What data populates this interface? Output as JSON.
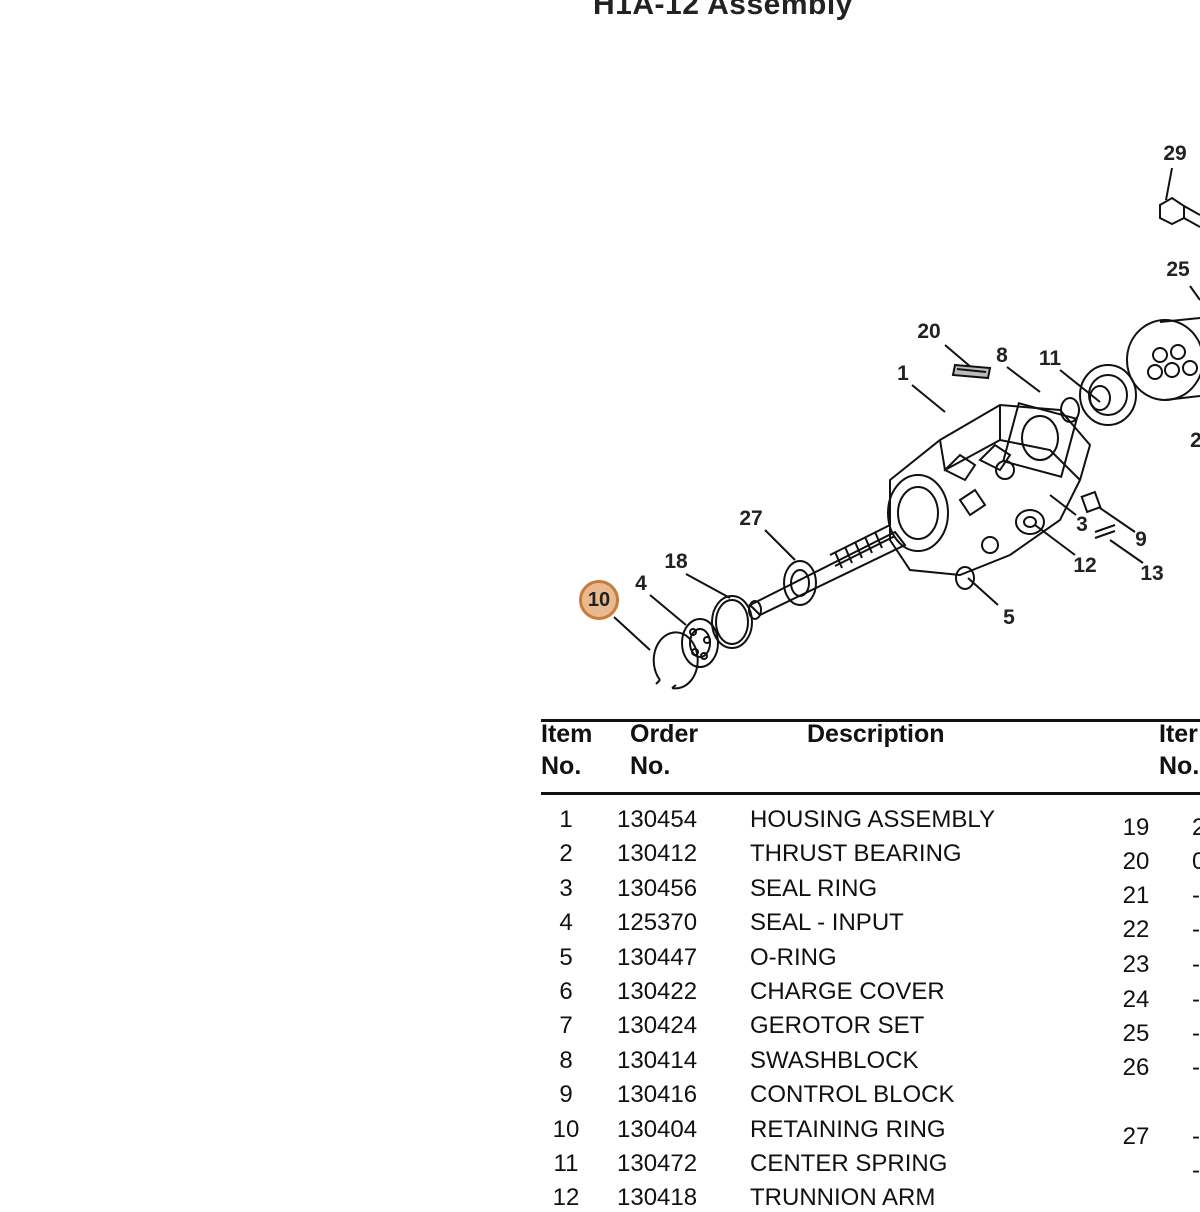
{
  "title": "H1A-12 Assembly",
  "callouts": [
    {
      "id": "29",
      "label": "29"
    },
    {
      "id": "25",
      "label": "25"
    },
    {
      "id": "20",
      "label": "20"
    },
    {
      "id": "8",
      "label": "8"
    },
    {
      "id": "11",
      "label": "11"
    },
    {
      "id": "1",
      "label": "1"
    },
    {
      "id": "2",
      "label": "2"
    },
    {
      "id": "27",
      "label": "27"
    },
    {
      "id": "3",
      "label": "3"
    },
    {
      "id": "9",
      "label": "9"
    },
    {
      "id": "18",
      "label": "18"
    },
    {
      "id": "12",
      "label": "12"
    },
    {
      "id": "13",
      "label": "13"
    },
    {
      "id": "4",
      "label": "4"
    },
    {
      "id": "10",
      "label": "10"
    },
    {
      "id": "5",
      "label": "5"
    }
  ],
  "highlight_color": "#e9b98f",
  "table": {
    "headers": {
      "item_no": "Item\nNo.",
      "order_no": "Order\nNo.",
      "description": "Description",
      "item_no_2": "Iter\nNo."
    },
    "rows": [
      {
        "item": "1",
        "order": "130454",
        "desc": "HOUSING ASSEMBLY"
      },
      {
        "item": "2",
        "order": "130412",
        "desc": "THRUST BEARING"
      },
      {
        "item": "3",
        "order": "130456",
        "desc": "SEAL RING"
      },
      {
        "item": "4",
        "order": "125370",
        "desc": "SEAL - INPUT"
      },
      {
        "item": "5",
        "order": "130447",
        "desc": "O-RING"
      },
      {
        "item": "6",
        "order": "130422",
        "desc": "CHARGE COVER"
      },
      {
        "item": "7",
        "order": "130424",
        "desc": "GEROTOR SET"
      },
      {
        "item": "8",
        "order": "130414",
        "desc": "SWASHBLOCK"
      },
      {
        "item": "9",
        "order": "130416",
        "desc": "CONTROL BLOCK"
      },
      {
        "item": "10",
        "order": "130404",
        "desc": "RETAINING RING"
      },
      {
        "item": "11",
        "order": "130472",
        "desc": "CENTER SPRING"
      },
      {
        "item": "12",
        "order": "130418",
        "desc": "TRUNNION ARM"
      }
    ],
    "right_column": [
      "19",
      "20",
      "21",
      "22",
      "23",
      "24",
      "25",
      "26",
      "27"
    ],
    "right_partial": [
      "2",
      "0",
      "-",
      "-",
      "-",
      "-",
      "-",
      "-",
      "",
      "-",
      "-"
    ]
  }
}
